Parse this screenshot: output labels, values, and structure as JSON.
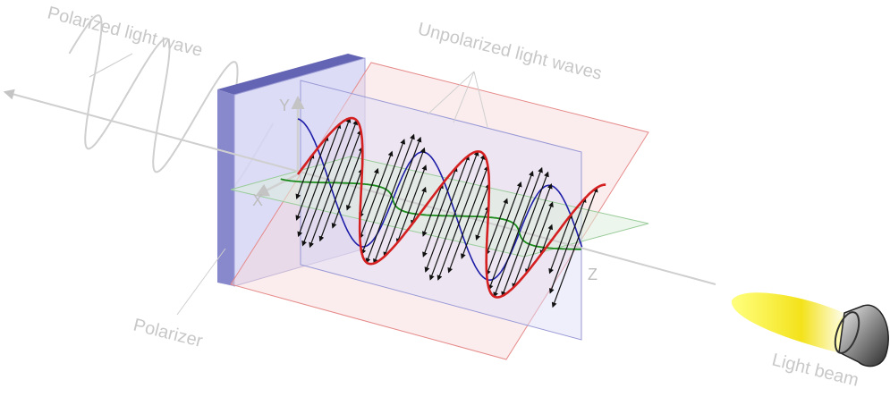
{
  "labels": {
    "polarized_wave": "Polarized light wave",
    "unpolarized_waves": "Unpolarized light waves",
    "polarizer": "Polarizer",
    "light_beam": "Light beam"
  },
  "axes": {
    "y": "Y",
    "x": "X",
    "z": "Z"
  },
  "colors": {
    "red_wave": "#d42020",
    "blue_wave": "#1e1ea8",
    "green_wave": "#1a8a1a",
    "polarizer_face": "#a8a8e8",
    "polarizer_edge": "#7070c0",
    "red_plane": "#f3c8c8",
    "blue_plane": "#d8d8f3",
    "green_plane": "#d8ecd8",
    "gray_wave": "#cfcfcf",
    "flashlight_beam": "#f5ec1e"
  }
}
